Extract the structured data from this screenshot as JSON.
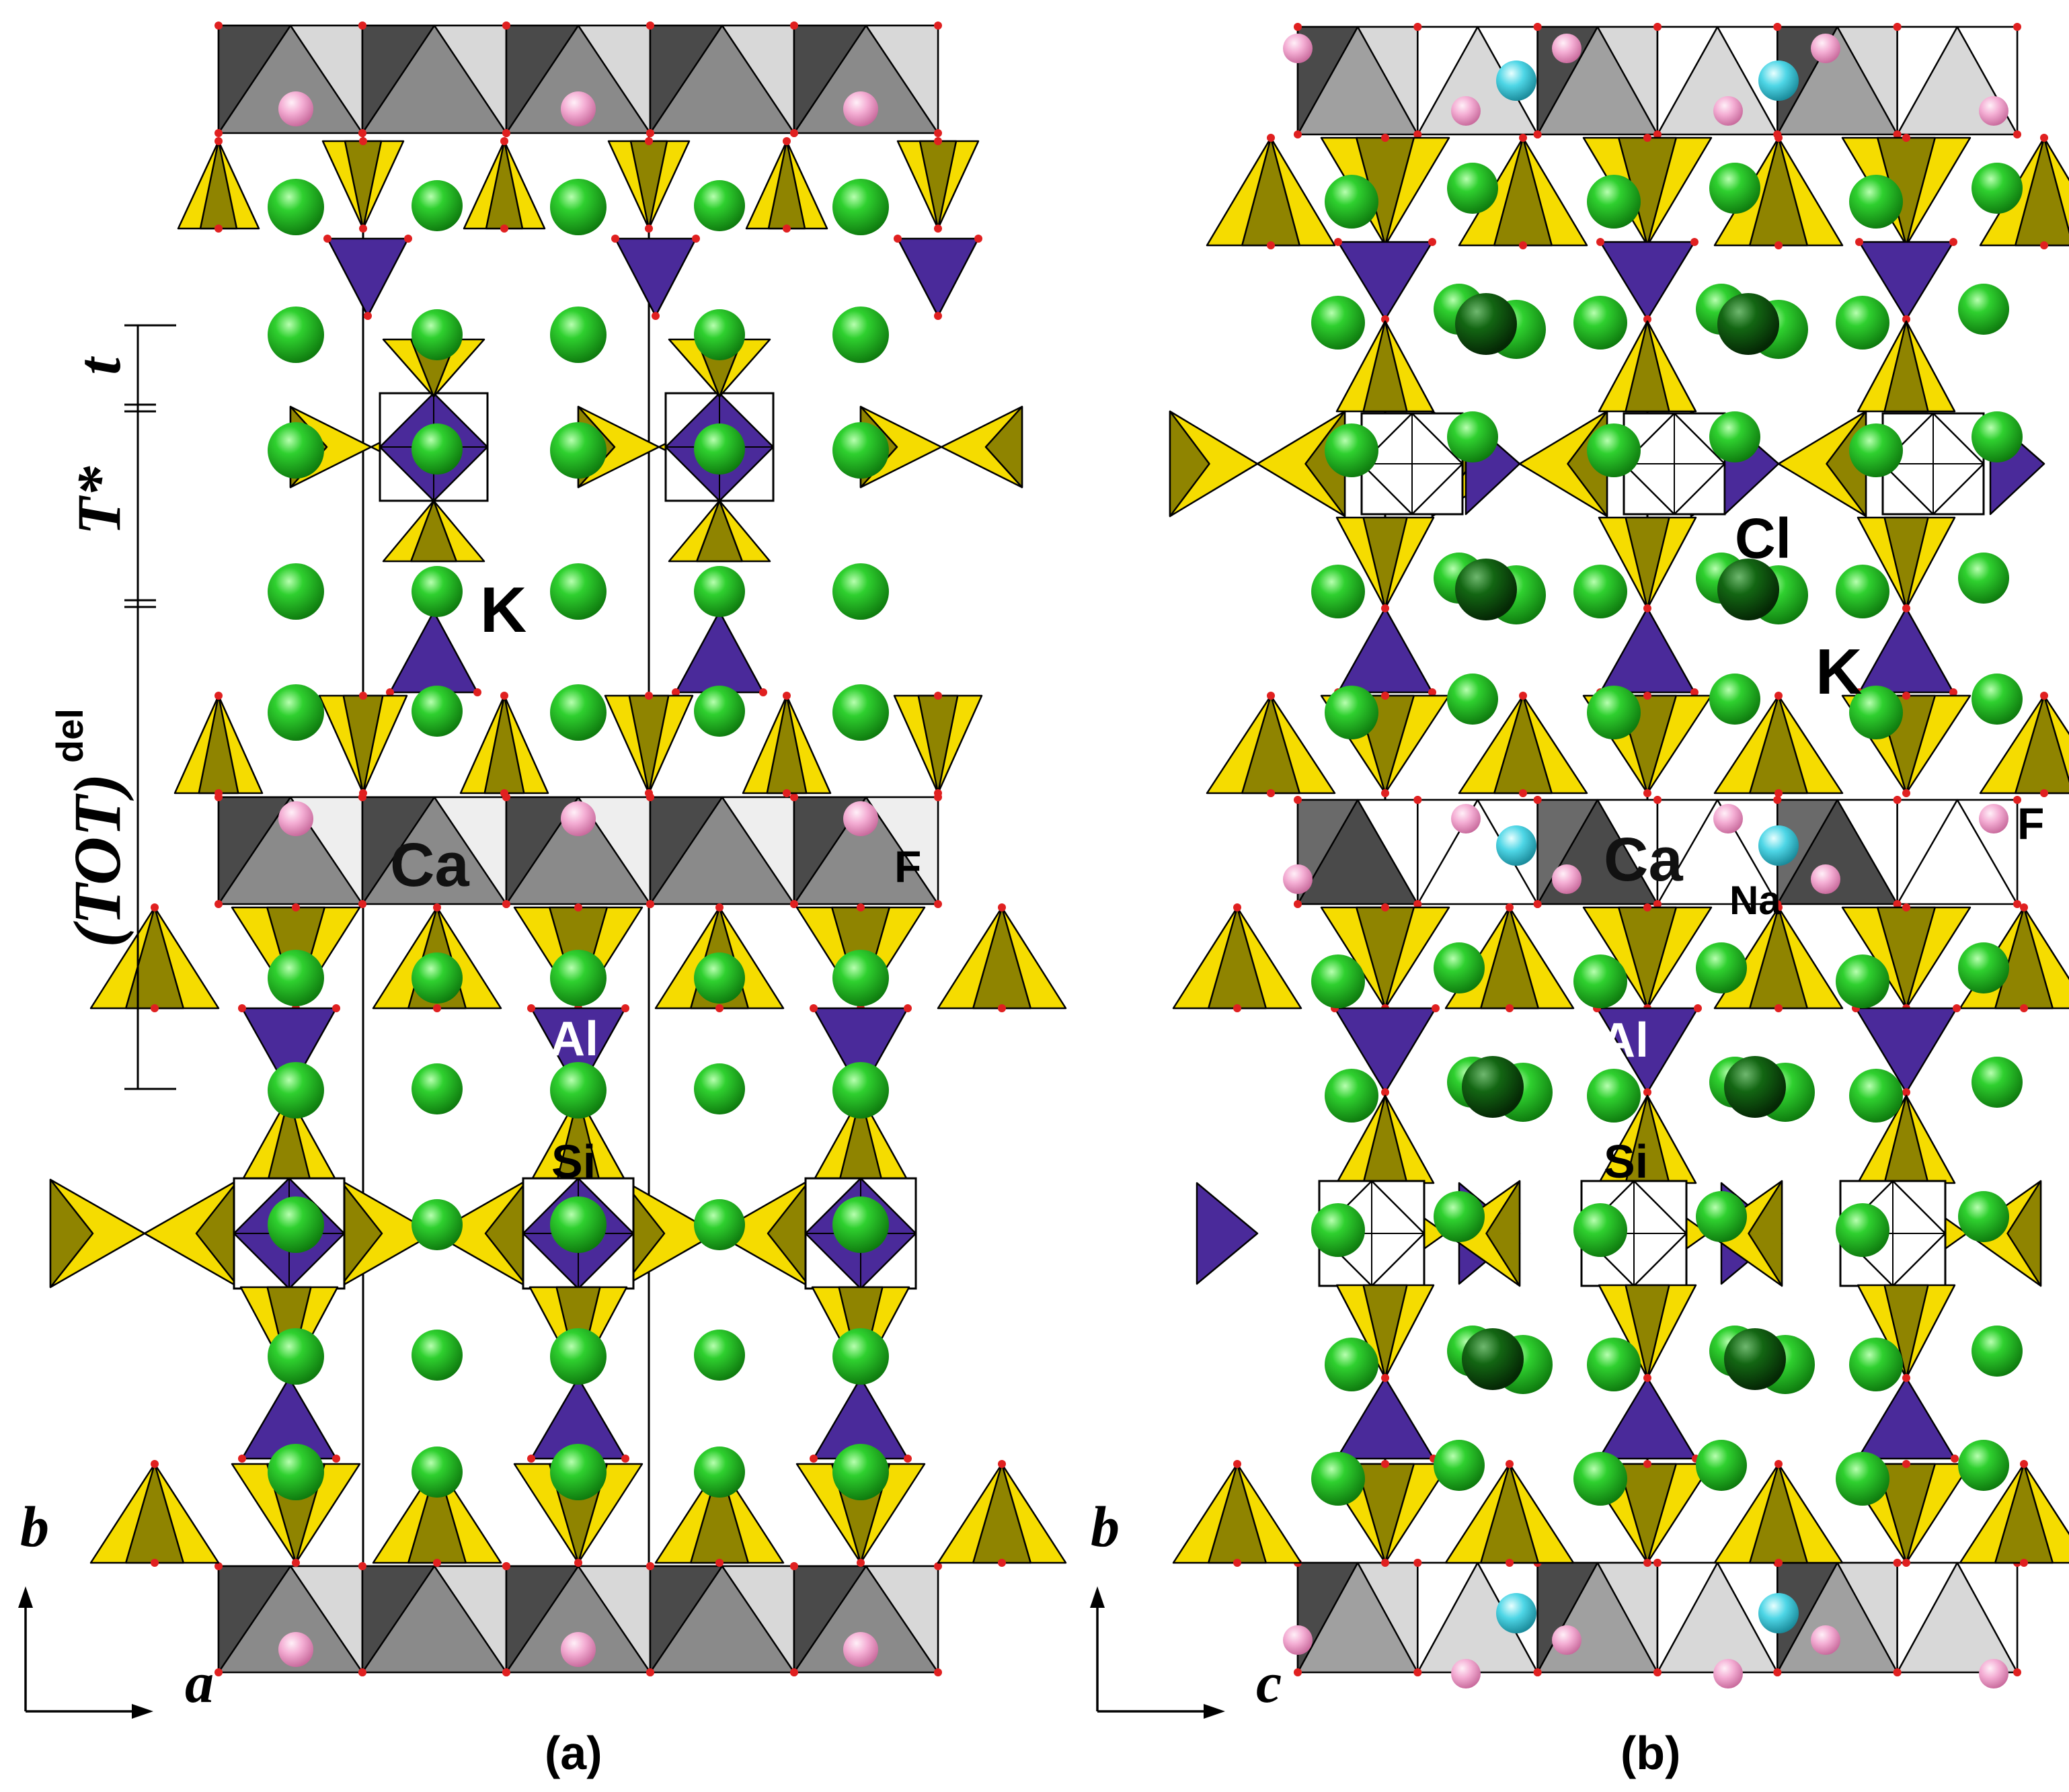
{
  "panels": [
    {
      "id": "a",
      "caption": "(a)",
      "atoms": {
        "K": "K",
        "Ca": "Ca",
        "F": "F",
        "Al": "Al",
        "Si": "Si"
      },
      "axes": {
        "vertical": "b",
        "horizontal": "a"
      },
      "layers": {
        "t": "t",
        "T_star": "T*",
        "TOT": "(TOT)",
        "TOT_superscript": "del"
      }
    },
    {
      "id": "b",
      "caption": "(b)",
      "atoms": {
        "Cl": "Cl",
        "K": "K",
        "Ca": "Ca",
        "F": "F",
        "Na": "Na",
        "Al": "Al",
        "Si": "Si"
      },
      "axes": {
        "vertical": "b",
        "horizontal": "c"
      }
    }
  ],
  "colors": {
    "si_tetra_light": "#f5dc00",
    "si_tetra_dark": "#8f8400",
    "al_tetra": "#4a2a9a",
    "octa_light": "#d8d8d8",
    "octa_mid": "#8a8a8a",
    "octa_dark": "#4a4a4a",
    "k_atom": "#22c022",
    "cl_atom": "#0a5a0a",
    "f_atom": "#f2a6cf",
    "na_atom": "#40d0e0",
    "oxygen": "#e02020",
    "edge": "#000000"
  }
}
